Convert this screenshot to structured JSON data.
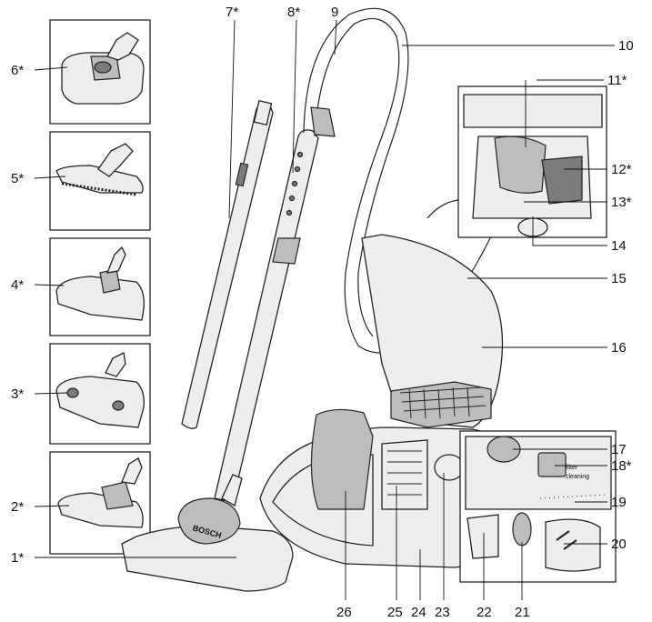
{
  "diagram": {
    "labels": {
      "l1": "1*",
      "l2": "2*",
      "l3": "3*",
      "l4": "4*",
      "l5": "5*",
      "l6": "6*",
      "l7": "7*",
      "l8": "8*",
      "l9": "9",
      "l10": "10",
      "l11": "11*",
      "l12": "12*",
      "l13": "13*",
      "l14": "14",
      "l15": "15",
      "l16": "16",
      "l17": "17",
      "l18": "18*",
      "l19": "19",
      "l20": "20",
      "l21": "21",
      "l22": "22",
      "l23": "23",
      "l24": "24",
      "l25": "25",
      "l26": "26"
    },
    "brand": "BOSCH",
    "panel_text": [
      "filter",
      "cleaning"
    ]
  }
}
